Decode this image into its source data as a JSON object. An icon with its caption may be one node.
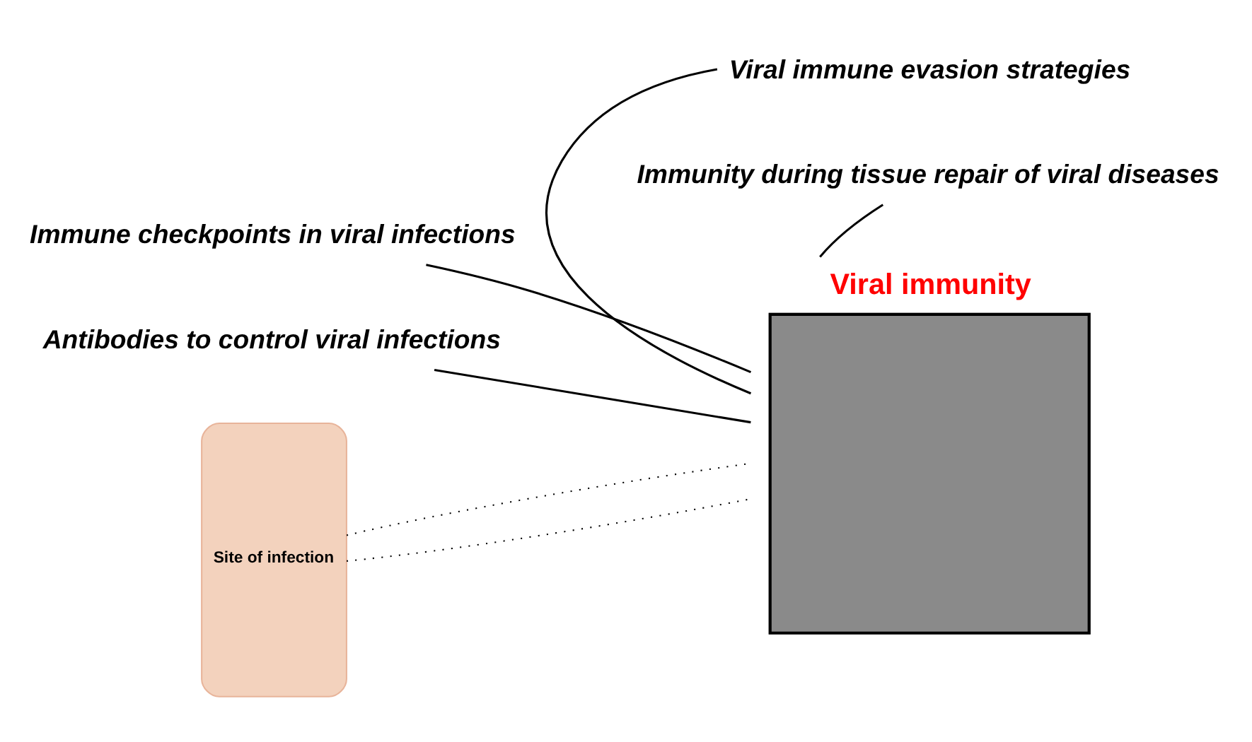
{
  "diagram": {
    "nodes": [
      {
        "text": [
          "Viral immune evasion strategies"
        ]
      },
      {
        "text": [
          "Viral immunity"
        ]
      },
      {
        "text": [
          "Immune checkpoints in viral infections"
        ]
      },
      {
        "text": [
          "Antibodies to control viral infections"
        ]
      },
      {
        "text": [
          "Immunity during tissue repair of viral diseases"
        ]
      },
      {
        "text": [
          "Site of infection"
        ]
      }
    ],
    "edges": [
      {
        "from": 0,
        "to": 1,
        "arrow": "none"
      },
      {
        "from": 2,
        "to": 1,
        "arrow": "none"
      },
      {
        "from": 3,
        "to": 1,
        "arrow": "none"
      },
      {
        "from": 4,
        "to": 1,
        "arrow": "none"
      },
      {
        "from": 5,
        "to": 1,
        "arrow": "none",
        "style": "dashed"
      },
      {
        "from": 5,
        "to": 1,
        "arrow": "none",
        "style": "dashed"
      }
    ]
  }
}
